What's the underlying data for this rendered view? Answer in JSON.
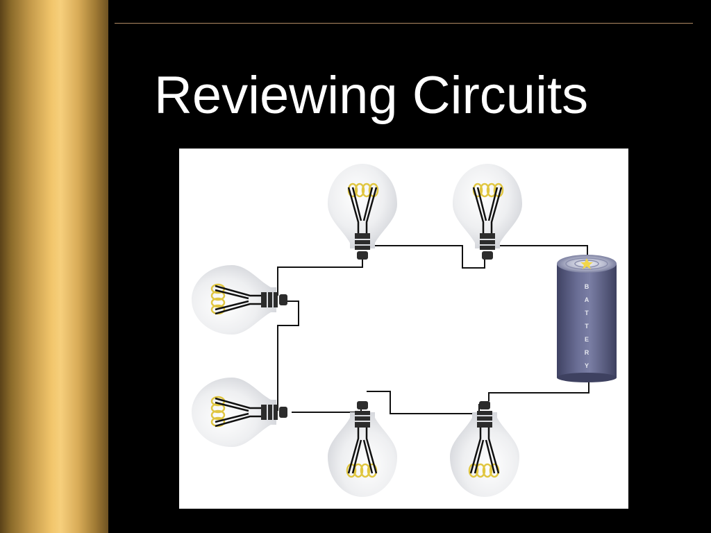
{
  "slide": {
    "title": "Reviewing Circuits"
  },
  "diagram": {
    "battery_label": [
      "B",
      "A",
      "T",
      "T",
      "E",
      "R",
      "Y"
    ],
    "colors": {
      "wire": "#111111",
      "bulb_glass": "#e8e9ec",
      "filament": "#e8d24a",
      "battery_body": "#5b5f84",
      "accent_gold": "#f2c66c"
    }
  }
}
